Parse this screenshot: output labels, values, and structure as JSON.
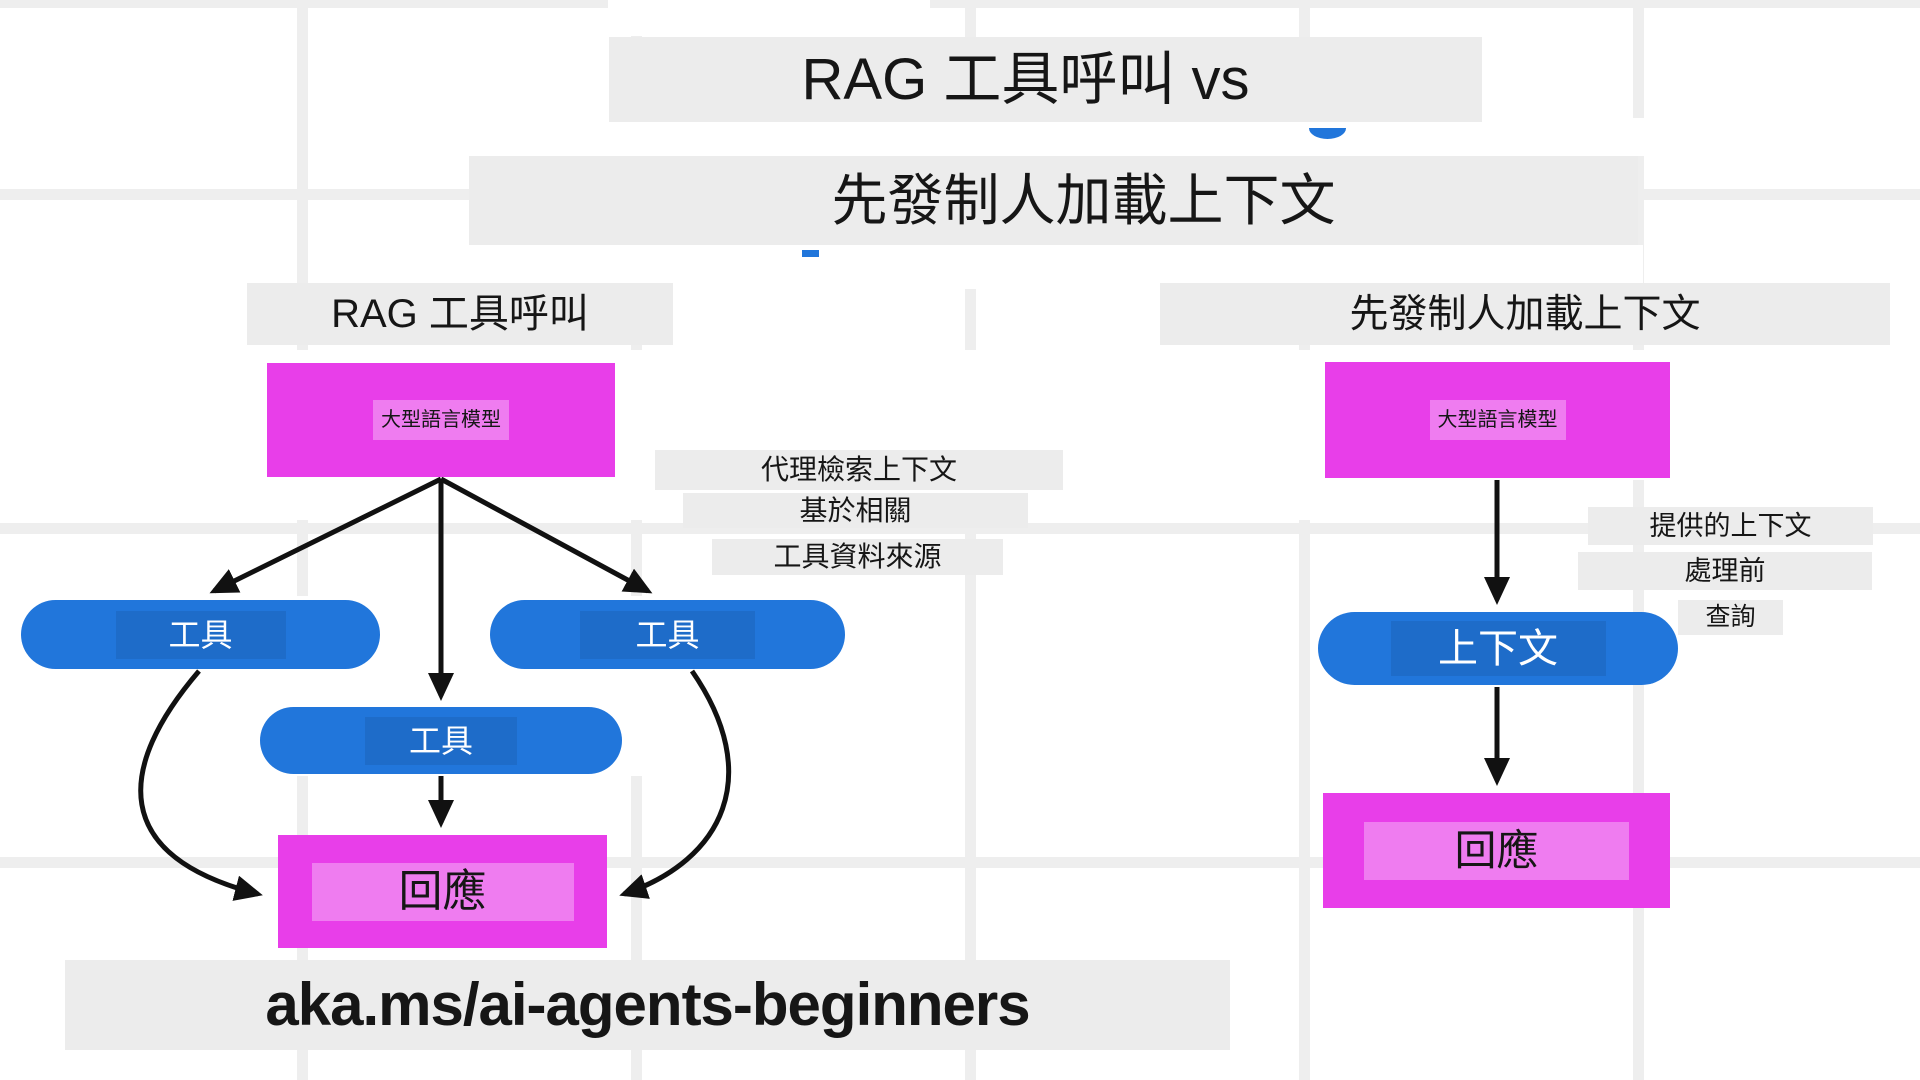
{
  "titles": {
    "line1": "RAG 工具呼叫 vs",
    "line2": "先發制人加載上下文"
  },
  "left_flow": {
    "header": "RAG 工具呼叫",
    "llm_label": "大型語言模型",
    "tool_labels": [
      "工具",
      "工具",
      "工具"
    ],
    "response_label": "回應",
    "annotations": [
      "代理檢索上下文",
      "基於相關",
      "工具資料來源"
    ]
  },
  "right_flow": {
    "header": "先發制人加載上下文",
    "llm_label": "大型語言模型",
    "context_label": "上下文",
    "response_label": "回應",
    "annotations": [
      "提供的上下文",
      "處理前",
      "查詢"
    ]
  },
  "footer": {
    "link": "aka.ms/ai-agents-beginners"
  },
  "colors": {
    "magenta": "#E83EE9",
    "blue": "#2176DB",
    "band": "#ECECEC",
    "grid": "#EEEEEE",
    "ink": "#161616"
  }
}
